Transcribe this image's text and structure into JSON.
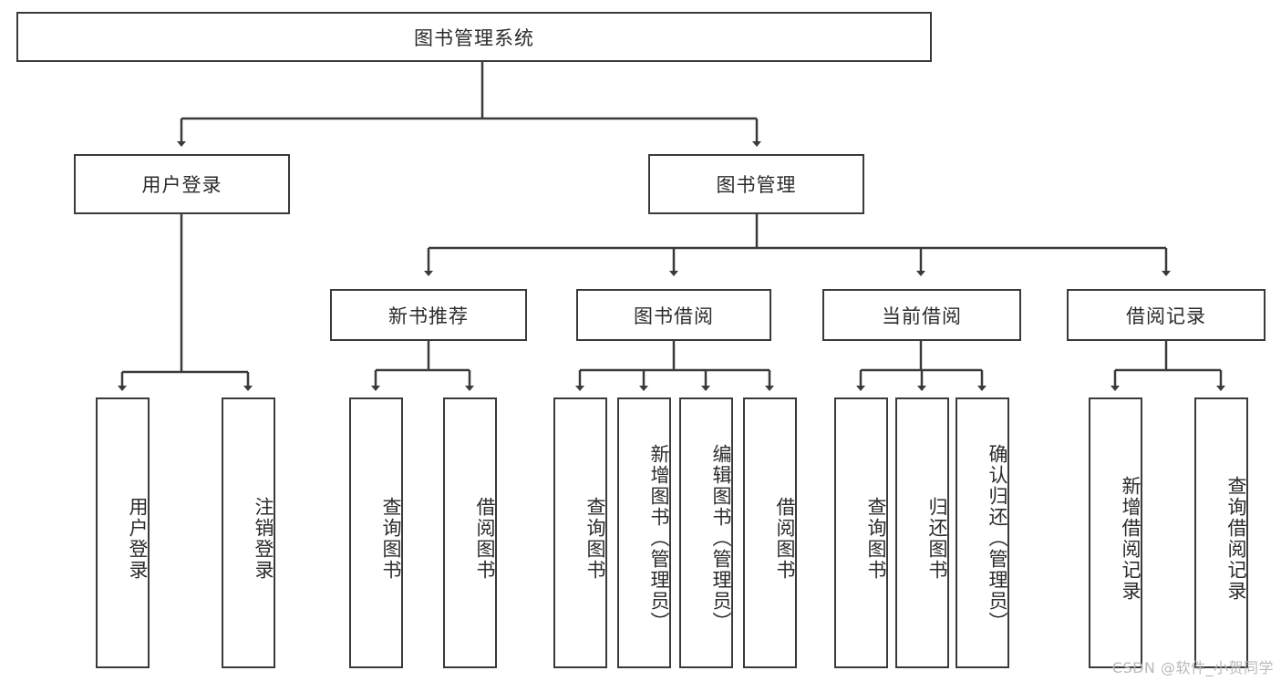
{
  "diagram": {
    "title": "图书管理系统",
    "type": "tree-hierarchy",
    "root": {
      "label": "图书管理系统"
    },
    "level2": [
      {
        "label": "用户登录"
      },
      {
        "label": "图书管理"
      }
    ],
    "level3": [
      {
        "label": "新书推荐"
      },
      {
        "label": "图书借阅"
      },
      {
        "label": "当前借阅"
      },
      {
        "label": "借阅记录"
      }
    ],
    "leaves_user_login": [
      {
        "label": "用户登录"
      },
      {
        "label": "注销登录"
      }
    ],
    "leaves_new_book": [
      {
        "label": "查询图书"
      },
      {
        "label": "借阅图书"
      }
    ],
    "leaves_book_borrow": [
      {
        "label": "查询图书"
      },
      {
        "label": "新增图书（管理员）"
      },
      {
        "label": "编辑图书（管理员）"
      },
      {
        "label": "借阅图书"
      }
    ],
    "leaves_current_borrow": [
      {
        "label": "查询图书"
      },
      {
        "label": "归还图书"
      },
      {
        "label": "确认归还（管理员）"
      }
    ],
    "leaves_borrow_record": [
      {
        "label": "新增借阅记录"
      },
      {
        "label": "查询借阅记录"
      }
    ]
  },
  "watermark": {
    "text": "CSDN @软件_小贺同学"
  },
  "colors": {
    "stroke": "#3a3a3a",
    "background": "#ffffff",
    "text": "#2b2b2b",
    "watermark": "#b9b9b9"
  }
}
